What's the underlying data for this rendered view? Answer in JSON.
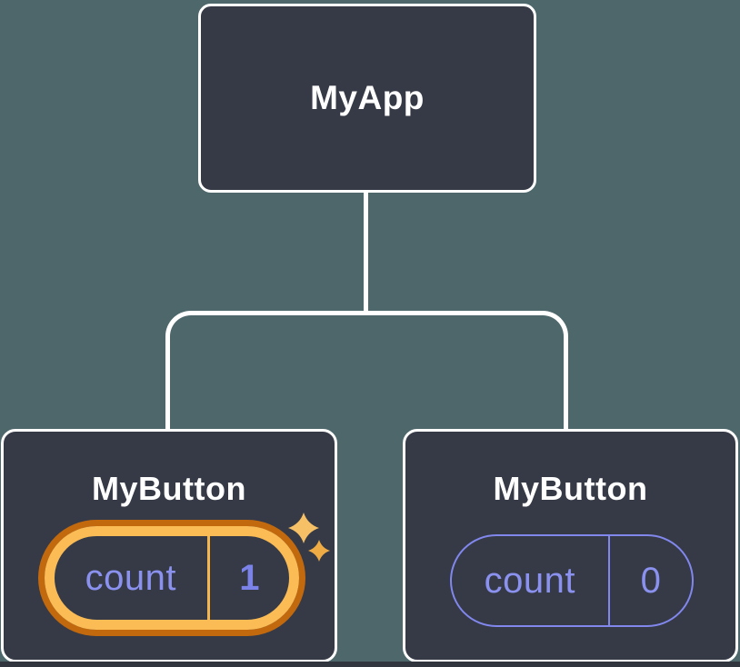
{
  "diagram": {
    "root": {
      "label": "MyApp"
    },
    "children": [
      {
        "label": "MyButton",
        "state": {
          "key": "count",
          "value": "1"
        },
        "highlighted": true
      },
      {
        "label": "MyButton",
        "state": {
          "key": "count",
          "value": "0"
        },
        "highlighted": false
      }
    ]
  },
  "icons": {
    "sparkles": "sparkles-icon (two four-point stars marking updated state)"
  },
  "colors": {
    "background": "#4D676B",
    "node_fill": "#353A46",
    "node_border": "#FFFFFF",
    "connector": "#FFFFFF",
    "state_accent": "#8187EC",
    "state_key_text": "#8B91EE",
    "state_value_highlight_text": "#7B82E8",
    "highlight_ring_outer": "#C2690E",
    "highlight_ring_inner": "#FBBB55",
    "sparkle_large": "#F6C066",
    "sparkle_small": "#EFAC45",
    "bottom_strip": "#31353E"
  }
}
